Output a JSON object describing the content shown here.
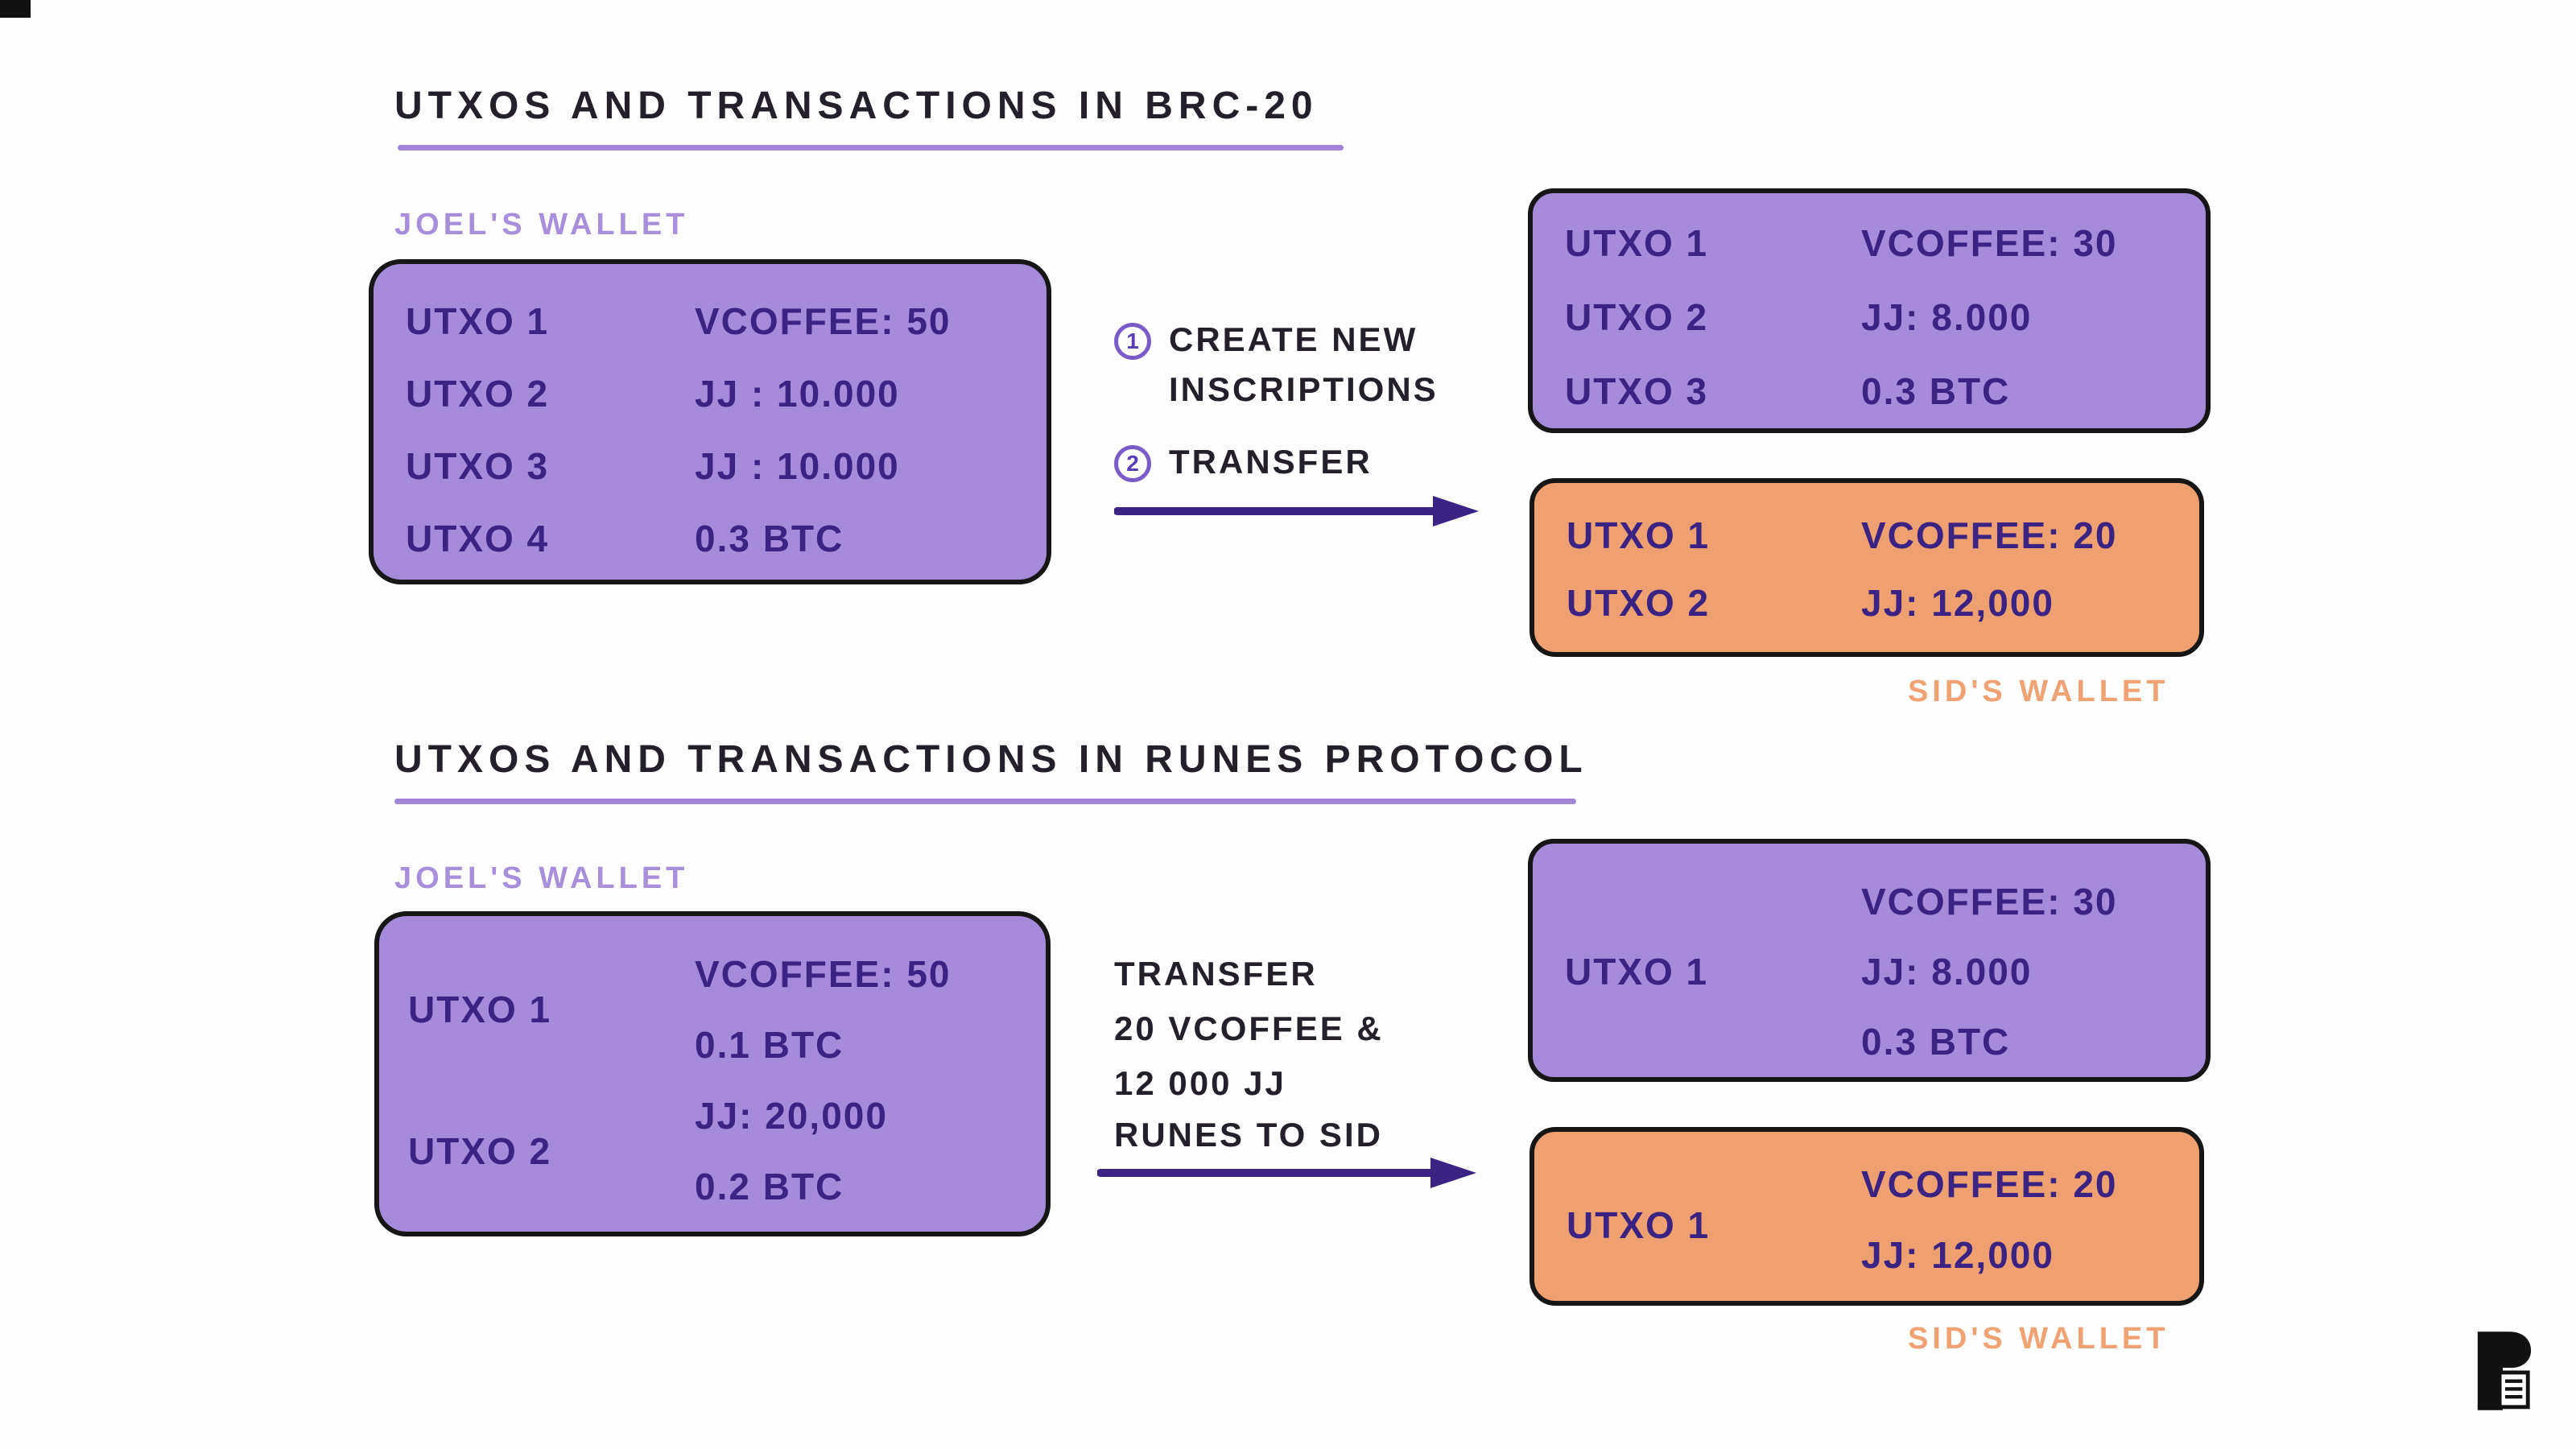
{
  "colors": {
    "purple_box": "#a78bdb",
    "orange_box": "#efa071",
    "ink": "#241f2b",
    "dark_purple_text": "#3b2383",
    "purple_wallet_label": "#a98fdb",
    "orange_wallet_label": "#f0a273",
    "underline": "#a284d8",
    "arrow": "#3b2383"
  },
  "brc20": {
    "title": "UTXOS AND TRANSACTIONS IN BRC-20",
    "joel_wallet_label": "JOEL'S WALLET",
    "joel_utxos": [
      {
        "label": "UTXO 1",
        "value": "VCOFFEE: 50"
      },
      {
        "label": "UTXO 2",
        "value": "JJ : 10.000"
      },
      {
        "label": "UTXO 3",
        "value": "JJ : 10.000"
      },
      {
        "label": "UTXO 4",
        "value": "0.3 BTC"
      }
    ],
    "step1_num": "1",
    "step1_line1": "CREATE NEW",
    "step1_line2": "INSCRIPTIONS",
    "step2_num": "2",
    "step2_label": "TRANSFER",
    "joel_new_utxos": [
      {
        "label": "UTXO 1",
        "value": "VCOFFEE: 30"
      },
      {
        "label": "UTXO 2",
        "value": "JJ:  8.000"
      },
      {
        "label": "UTXO 3",
        "value": "0.3 BTC"
      }
    ],
    "sid_utxos": [
      {
        "label": "UTXO 1",
        "value": "VCOFFEE: 20"
      },
      {
        "label": "UTXO 2",
        "value": "JJ: 12,000"
      }
    ],
    "sid_wallet_label": "SID'S WALLET"
  },
  "runes": {
    "title": "UTXOS AND TRANSACTIONS IN RUNES PROTOCOL",
    "joel_wallet_label": "JOEL'S WALLET",
    "joel_utxos": [
      {
        "label": "UTXO 1",
        "value1": "VCOFFEE: 50",
        "value2": "0.1 BTC"
      },
      {
        "label": "UTXO 2",
        "value1": "JJ: 20,000",
        "value2": "0.2 BTC"
      }
    ],
    "transfer_line1": "TRANSFER",
    "transfer_line2": "20 VCOFFEE &",
    "transfer_line3": "12 000 JJ",
    "transfer_line4": "RUNES TO SID",
    "joel_new_utxo": {
      "label": "UTXO 1",
      "value1": "VCOFFEE: 30",
      "value2": "JJ:  8.000",
      "value3": "0.3 BTC"
    },
    "sid_utxo": {
      "label": "UTXO 1",
      "value1": "VCOFFEE: 20",
      "value2": "JJ: 12,000"
    },
    "sid_wallet_label": "SID'S WALLET"
  }
}
